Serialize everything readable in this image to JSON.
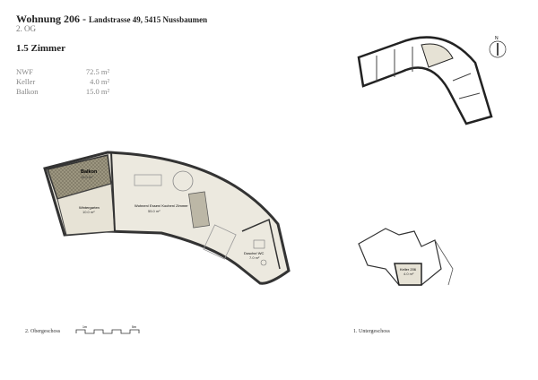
{
  "header": {
    "unit": "Wohnung 206",
    "separator": " - ",
    "address": "Landstrasse 49, 5415 Nussbaumen",
    "floor": "2. OG",
    "rooms": "1.5 Zimmer"
  },
  "areas": [
    {
      "label": "NWF",
      "value": "72.5 m²"
    },
    {
      "label": "Keller",
      "value": "4.0 m²"
    },
    {
      "label": "Balkon",
      "value": "15.0 m²"
    }
  ],
  "plan": {
    "balkon": {
      "name": "Balkon",
      "area": "15.0 m²"
    },
    "wintergarten": {
      "name": "Wintergarten",
      "area": "10.0 m²"
    },
    "wohnen": {
      "name": "Wohnen/ Essen/ Kochen/ Zimmer",
      "area": "55.0 m²"
    },
    "dusche": {
      "name": "Dusche/ WC",
      "area": "7.0 m²"
    },
    "keller": {
      "name": "Keller 206",
      "area": "4.0 m²"
    }
  },
  "scale": {
    "tick_1": "1m",
    "tick_2": "5m"
  },
  "captions": {
    "upper_floor": "2. Obergeschoss",
    "basement": "1. Untergeschoss"
  },
  "north_label": "N"
}
